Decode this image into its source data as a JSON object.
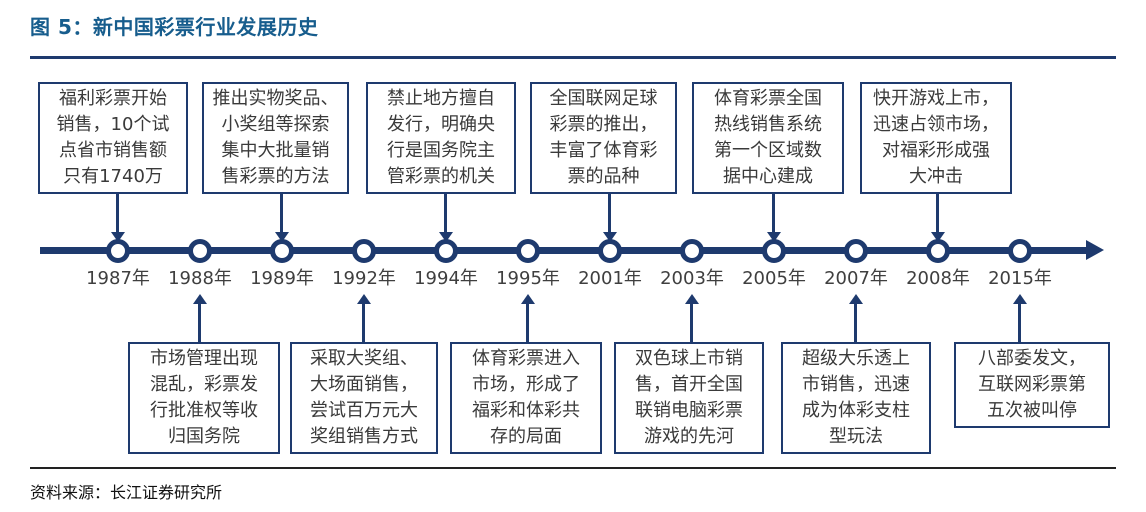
{
  "title": "图 5：新中国彩票行业发展历史",
  "source": "资料来源：长江证券研究所",
  "colors": {
    "navy": "#1e3a6e",
    "title_blue": "#175d8d",
    "box_text": "#3a3a3a",
    "year_text": "#3f3f3f"
  },
  "timeline": {
    "years": [
      "1987年",
      "1988年",
      "1989年",
      "1992年",
      "1994年",
      "1995年",
      "2001年",
      "2003年",
      "2005年",
      "2007年",
      "2008年",
      "2015年"
    ]
  },
  "events_top": [
    {
      "year": "1987年",
      "text": "福利彩票开始\n销售，10个试\n点省市销售额\n只有1740万"
    },
    {
      "year": "1989年",
      "text": "推出实物奖品、\n小奖组等探索\n集中大批量销\n售彩票的方法"
    },
    {
      "year": "1994年",
      "text": "禁止地方擅自\n发行，明确央\n行是国务院主\n管彩票的机关"
    },
    {
      "year": "2001年",
      "text": "全国联网足球\n彩票的推出，\n丰富了体育彩\n票的品种"
    },
    {
      "year": "2005年",
      "text": "体育彩票全国\n热线销售系统\n第一个区域数\n据中心建成"
    },
    {
      "year": "2008年",
      "text": "快开游戏上市，\n迅速占领市场，\n对福彩形成强\n大冲击"
    }
  ],
  "events_bottom": [
    {
      "year": "1988年",
      "text": "市场管理出现\n混乱，彩票发\n行批准权等收\n归国务院"
    },
    {
      "year": "1992年",
      "text": "采取大奖组、\n大场面销售，\n尝试百万元大\n奖组销售方式"
    },
    {
      "year": "1995年",
      "text": "体育彩票进入\n市场，形成了\n福彩和体彩共\n存的局面"
    },
    {
      "year": "2003年",
      "text": "双色球上市销\n售，首开全国\n联销电脑彩票\n游戏的先河"
    },
    {
      "year": "2007年",
      "text": "超级大乐透上\n市销售，迅速\n成为体彩支柱\n型玩法"
    },
    {
      "year": "2015年",
      "text": "八部委发文，\n互联网彩票第\n五次被叫停"
    }
  ]
}
